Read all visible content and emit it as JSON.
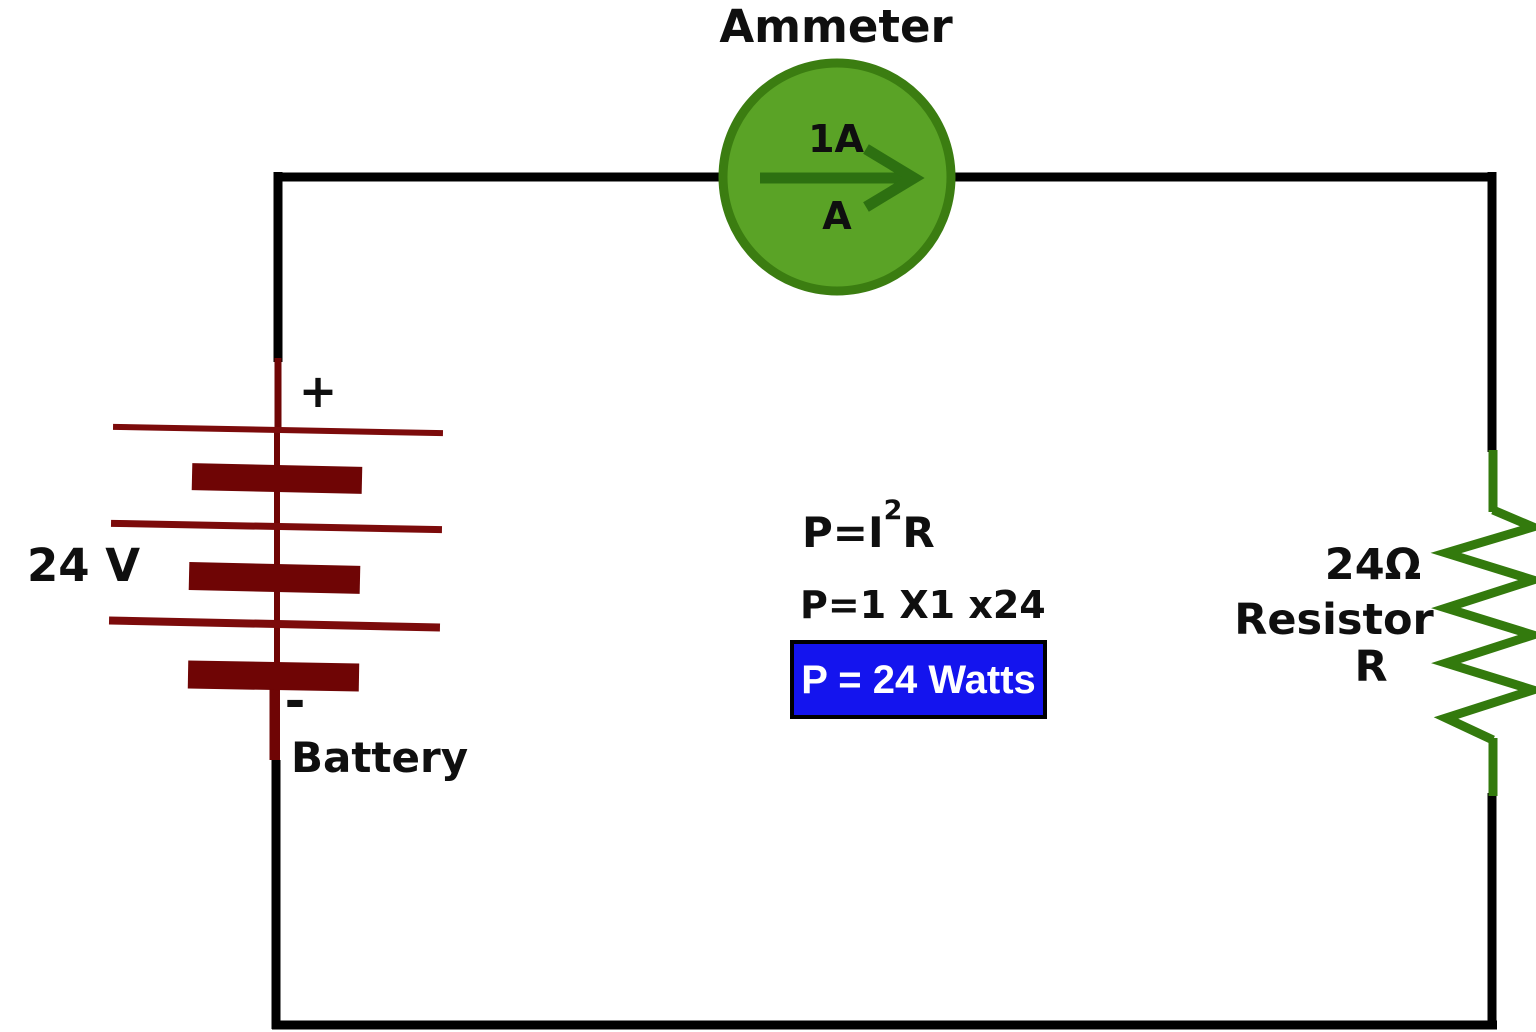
{
  "ammeter": {
    "label": "Ammeter",
    "current": "1A",
    "meter_letter": "A"
  },
  "battery": {
    "voltage": "24 V",
    "label": "Battery",
    "positive": "+",
    "negative": "-"
  },
  "resistor": {
    "value": "24Ω",
    "label": "Resistor",
    "symbol": "R"
  },
  "formula": {
    "power_law_base": "P=I",
    "power_law_exp": "2",
    "power_law_suffix": "R",
    "substitution": "P=1 X1 x24",
    "result": "P = 24 Watts"
  },
  "colors": {
    "wire": "#000000",
    "ink": "#0f0f0f",
    "battery-red": "#6f0505",
    "battery-red-light": "#7c0b0b",
    "ammeter-fill": "#5aa326",
    "ammeter-border": "#3b7d11",
    "arrow-green": "#2d7011",
    "resistor-green": "#337a0d",
    "box-blue": "#1414ee",
    "box-text": "#ffffff"
  }
}
